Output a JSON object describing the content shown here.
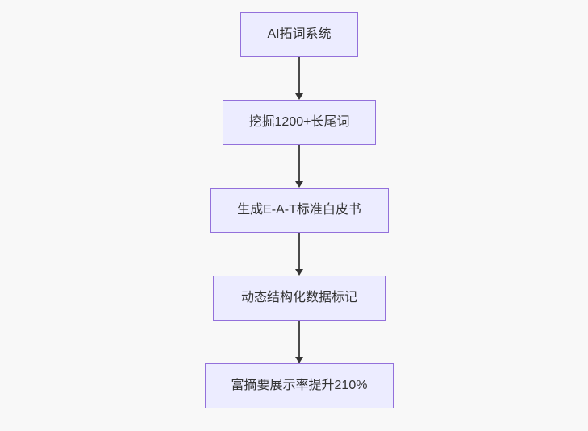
{
  "diagram": {
    "type": "flowchart-vertical",
    "nodes": [
      {
        "id": "step-1",
        "label": "AI拓词系统"
      },
      {
        "id": "step-2",
        "label": "挖掘1200+长尾词"
      },
      {
        "id": "step-3",
        "label": "生成E-A-T标准白皮书"
      },
      {
        "id": "step-4",
        "label": "动态结构化数据标记"
      },
      {
        "id": "step-5",
        "label": "富摘要展示率提升210%"
      }
    ],
    "edges": [
      {
        "from": "step-1",
        "to": "step-2"
      },
      {
        "from": "step-2",
        "to": "step-3"
      },
      {
        "from": "step-3",
        "to": "step-4"
      },
      {
        "from": "step-4",
        "to": "step-5"
      }
    ],
    "colors": {
      "node_fill": "#ECECFF",
      "node_border": "#9370DB",
      "node_text": "#333333",
      "arrow": "#333333",
      "background": "#f8f8f8"
    }
  }
}
